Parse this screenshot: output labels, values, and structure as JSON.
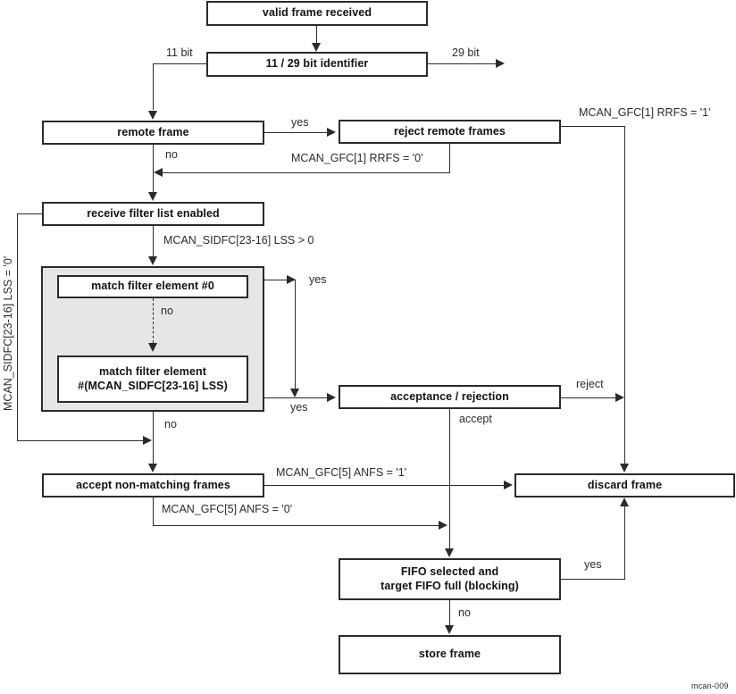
{
  "diagram": {
    "caption": "mcan-009",
    "colors": {
      "stroke": "#2b2b2b",
      "group_fill": "#e6e6e6",
      "node_fill": "#ffffff",
      "text": "#111111"
    },
    "nodes": {
      "valid_frame_received": "valid frame received",
      "identifier": "11 / 29 bit identifier",
      "remote_frame": "remote frame",
      "reject_remote_frames": "reject remote frames",
      "receive_filter_list_enabled": "receive filter list enabled",
      "match_filter_element_0": "match filter element #0",
      "match_filter_element_n_line1": "match filter element",
      "match_filter_element_n_line2": "#(MCAN_SIDFC[23-16] LSS)",
      "acceptance_rejection": "acceptance / rejection",
      "accept_non_matching_frames": "accept non-matching frames",
      "discard_frame": "discard frame",
      "fifo_selected_line1": "FIFO selected and",
      "fifo_selected_line2": "target FIFO full (blocking)",
      "store_frame": "store frame"
    },
    "edge_labels": {
      "bit11": "11 bit",
      "bit29": "29 bit",
      "remote_yes": "yes",
      "remote_no": "no",
      "rrfs_1": "MCAN_GFC[1] RRFS = '1'",
      "rrfs_0": "MCAN_GFC[1] RRFS = '0'",
      "lss_gt_0": "MCAN_SIDFC[23-16] LSS > 0",
      "lss_eq_0": "MCAN_SIDFC[23-16] LSS = '0'",
      "filter0_yes": "yes",
      "filter0_no": "no",
      "filtern_yes": "yes",
      "filtern_no": "no",
      "reject": "reject",
      "accept": "accept",
      "anfs_1": "MCAN_GFC[5] ANFS = '1'",
      "anfs_0": "MCAN_GFC[5] ANFS = '0'",
      "fifo_yes": "yes",
      "fifo_no": "no"
    }
  }
}
